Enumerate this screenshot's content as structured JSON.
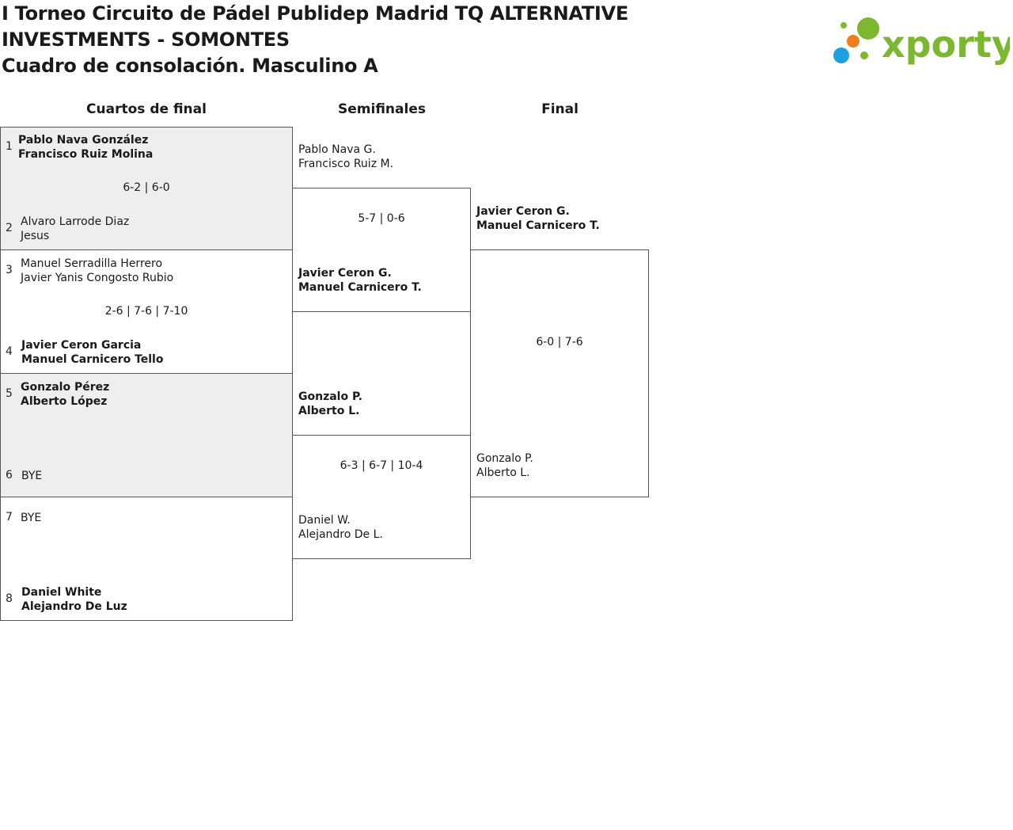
{
  "header": {
    "title_lines": [
      "I Torneo Circuito de Pádel Publidep Madrid TQ ALTERNATIVE",
      "INVESTMENTS - SOMONTES",
      "Cuadro de consolación. Masculino A"
    ],
    "logo_text": "xporty"
  },
  "rounds": [
    "Cuartos de final",
    "Semifinales",
    "Final"
  ],
  "quarterfinals": [
    {
      "top": {
        "seed": "1",
        "p1": "Pablo Nava González",
        "p2": "Francisco Ruiz Molina",
        "winner": true
      },
      "bottom": {
        "seed": "2",
        "p1": "Alvaro Larrode Diaz",
        "p2": "Jesus",
        "winner": false
      },
      "score": "6-2 | 6-0"
    },
    {
      "top": {
        "seed": "3",
        "p1": "Manuel Serradilla Herrero",
        "p2": "Javier Yanis Congosto Rubio",
        "winner": false
      },
      "bottom": {
        "seed": "4",
        "p1": "Javier Ceron Garcia",
        "p2": "Manuel Carnicero Tello",
        "winner": true
      },
      "score": "2-6 | 7-6 | 7-10"
    },
    {
      "top": {
        "seed": "5",
        "p1": "Gonzalo Pérez",
        "p2": "Alberto López",
        "winner": true
      },
      "bottom": {
        "seed": "6",
        "p1": "BYE",
        "p2": "",
        "winner": false
      },
      "score": ""
    },
    {
      "top": {
        "seed": "7",
        "p1": "BYE",
        "p2": "",
        "winner": false
      },
      "bottom": {
        "seed": "8",
        "p1": "Daniel White",
        "p2": "Alejandro De Luz",
        "winner": true
      },
      "score": ""
    }
  ],
  "semifinals": [
    {
      "top": {
        "p1": "Pablo Nava G.",
        "p2": "Francisco Ruiz M.",
        "winner": false
      },
      "bottom": {
        "p1": "Javier Ceron G.",
        "p2": "Manuel Carnicero T.",
        "winner": true
      },
      "score": "5-7 | 0-6"
    },
    {
      "top": {
        "p1": "Gonzalo P.",
        "p2": "Alberto L.",
        "winner": true
      },
      "bottom": {
        "p1": "Daniel W.",
        "p2": "Alejandro De L.",
        "winner": false
      },
      "score": "6-3 | 6-7 | 10-4"
    }
  ],
  "final": {
    "top": {
      "p1": "Javier Ceron G.",
      "p2": "Manuel Carnicero T.",
      "winner": true
    },
    "bottom": {
      "p1": "Gonzalo P.",
      "p2": "Alberto L.",
      "winner": false
    },
    "score": "6-0 | 7-6"
  },
  "colors": {
    "logo_green": "#7cb82f",
    "logo_orange": "#f07d1a",
    "logo_blue": "#1ea0e0",
    "box_gray": "#eeeeee",
    "border": "#555555"
  }
}
